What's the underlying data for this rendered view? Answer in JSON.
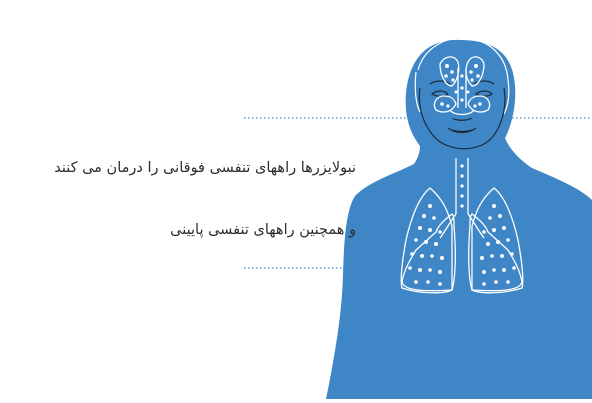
{
  "colors": {
    "body_blue": "#3f86c7",
    "line_white": "#ffffff",
    "text": "#2c2c2c",
    "leader_line": "#3f86c7"
  },
  "figure": {
    "subject": "human-silhouette-with-respiratory-tract",
    "upper_region": "nasal-sinuses",
    "lower_region": "lungs"
  },
  "captions": {
    "upper_airways": "نبولایزرها راههای تنفسی فوقانی را درمان می کنند",
    "lower_airways": "و همچنین راههای تنفسی پایینی"
  }
}
